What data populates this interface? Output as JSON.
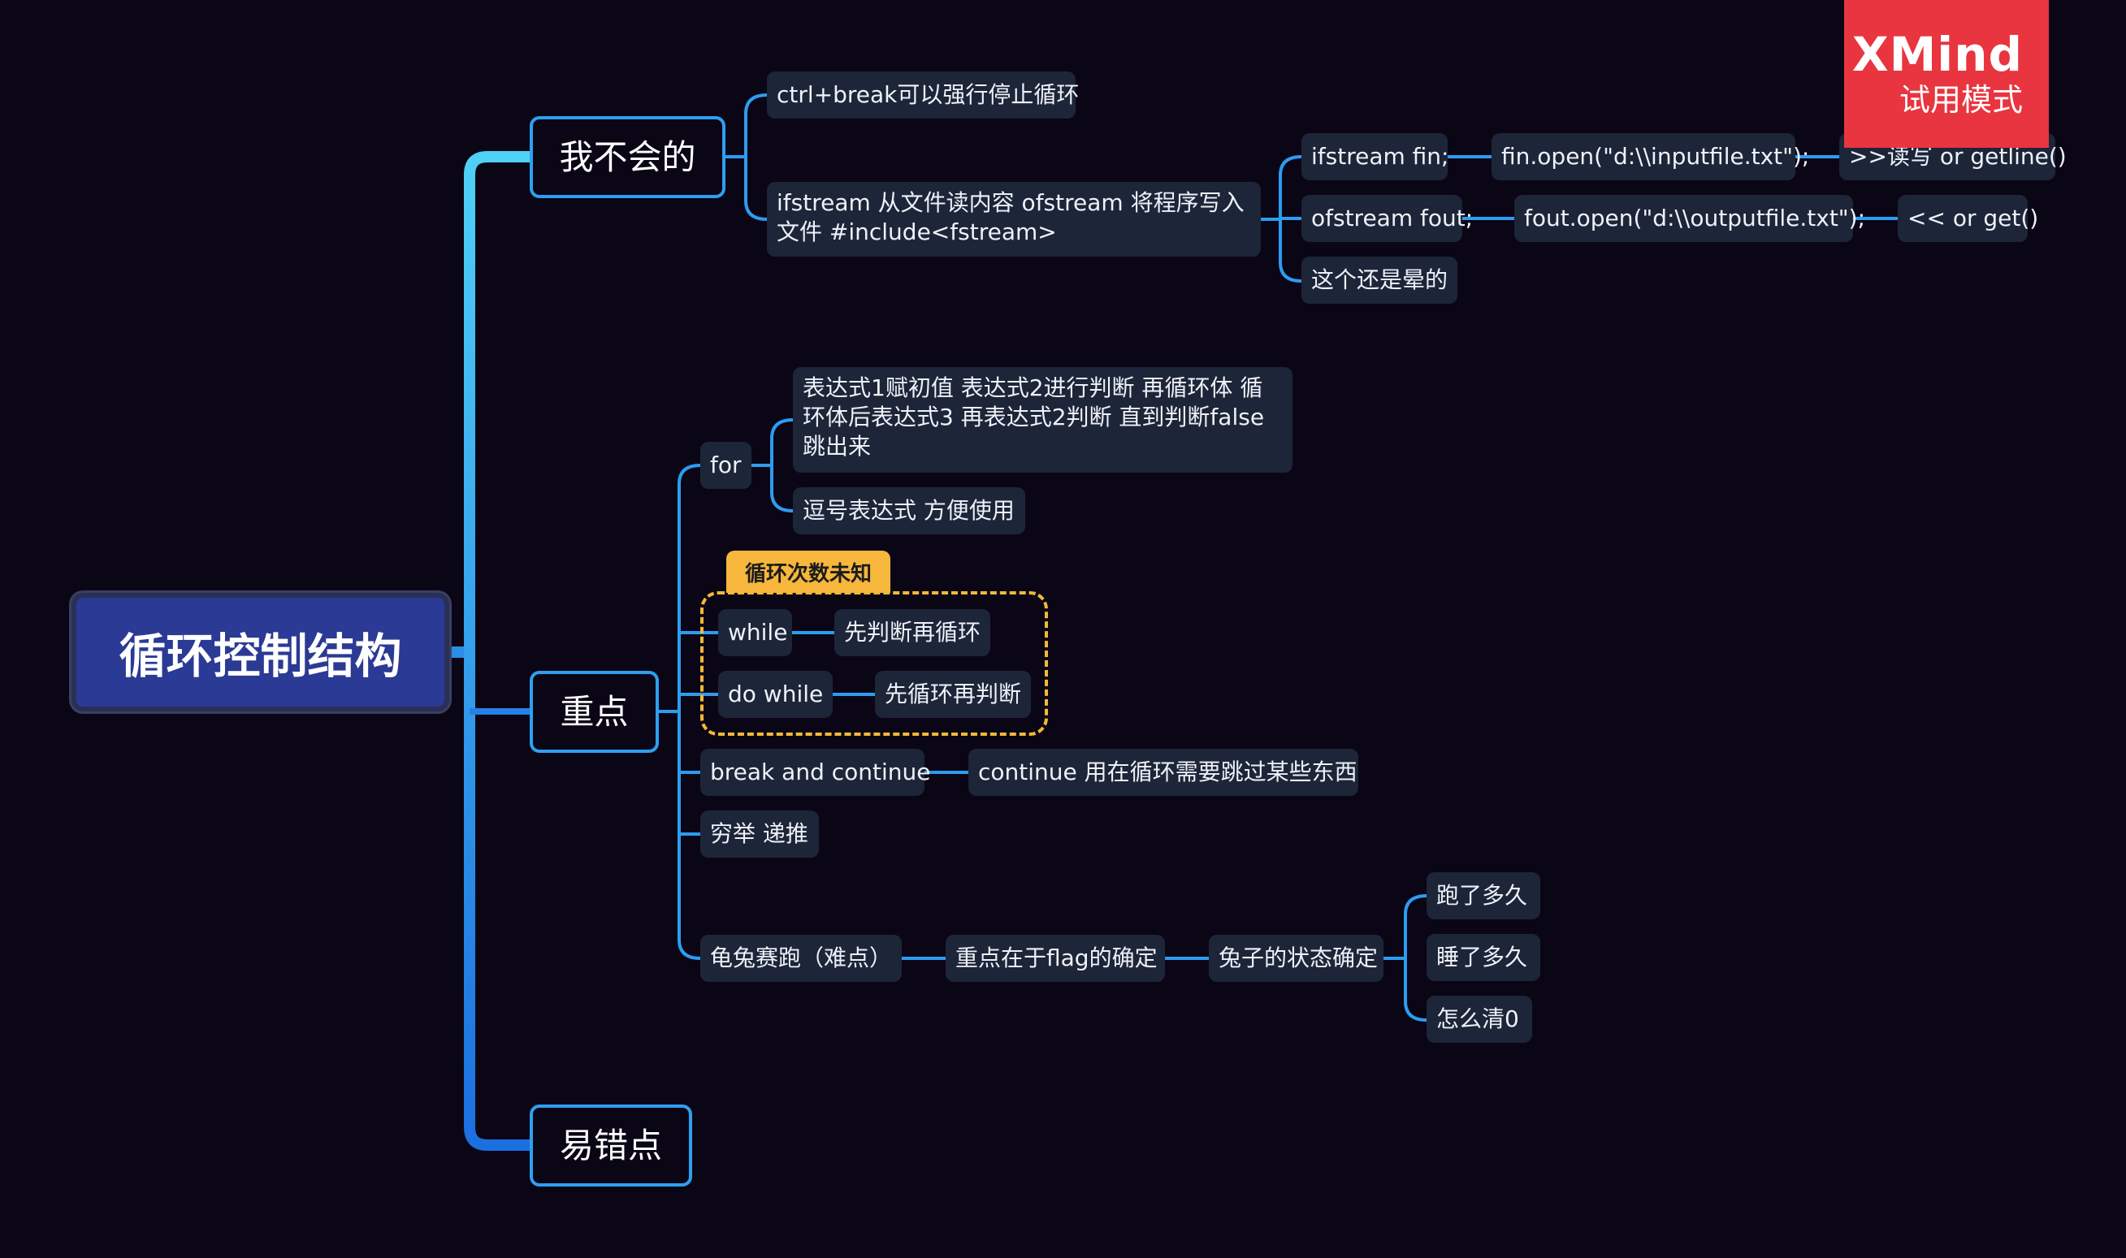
{
  "root": "循环控制结构",
  "branches": {
    "unknown": "我不会的",
    "key": "重点",
    "mistakes": "易错点"
  },
  "unknown_items": {
    "ctrl_break": "ctrl+break可以强行停止循环",
    "ifstream": "ifstream 从文件读内容 ofstream 将程序写入文件 #include<fstream>",
    "ifstream_fin": "ifstream fin;",
    "fin_open": "fin.open(\"d:\\\\inputfile.txt\");",
    "read_getline": ">>读写 or getline()",
    "ofstream_fout": "ofstream fout;",
    "fout_open": "fout.open(\"d:\\\\outputfile.txt\");",
    "write_get": "<< or get()",
    "confused": "这个还是晕的"
  },
  "key_items": {
    "for": "for",
    "for_desc": "表达式1赋初值 表达式2进行判断 再循环体 循环体后表达式3 再表达式2判断 直到判断false跳出来",
    "comma": "逗号表达式 方便使用",
    "boundary_label": "循环次数未知",
    "while": "while",
    "while_desc": "先判断再循环",
    "do_while": "do while",
    "do_while_desc": "先循环再判断",
    "break_continue": "break and continue",
    "continue_desc": "continue 用在循环需要跳过某些东西",
    "exhaustive": "穷举 递推",
    "race": "龟兔赛跑（难点）",
    "flag": "重点在于flag的确定",
    "rabbit_state": "兔子的状态确定",
    "ran_how_long": "跑了多久",
    "slept_how_long": "睡了多久",
    "reset": "怎么清0"
  },
  "badge": {
    "brand": "XMind",
    "mode": "试用模式"
  },
  "colors": {
    "background": "#0b0616",
    "root_fill": "#2b3a94",
    "branch_border": "#2e9ff0",
    "node_fill": "#1d2538",
    "boundary": "#f2b935",
    "badge": "#e8353f"
  }
}
